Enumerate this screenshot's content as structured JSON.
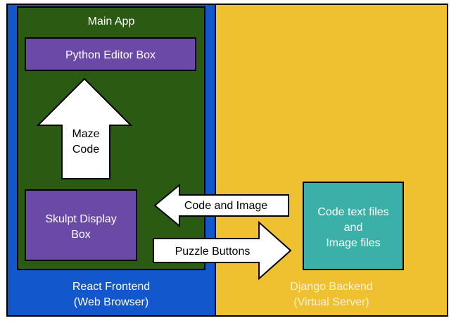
{
  "colors": {
    "frontend": "#1258cc",
    "backend": "#efc030",
    "main_app": "#2b5b12",
    "component": "#6a4aa6",
    "storage": "#3ab0a8",
    "arrow_fill": "#ffffff"
  },
  "frontend": {
    "title_line1": "React Frontend",
    "title_line2": "(Web Browser)"
  },
  "backend": {
    "title_line1": "Django Backend",
    "title_line2": "(Virtual Server)"
  },
  "main_app": {
    "title": "Main App",
    "python_editor": "Python Editor Box",
    "skulpt_display_line1": "Skulpt Display",
    "skulpt_display_line2": "Box"
  },
  "storage": {
    "line1": "Code text files",
    "line2": "and",
    "line3": "Image files"
  },
  "arrows": {
    "up_line1": "Maze",
    "up_line2": "Code",
    "left": "Code and Image",
    "right": "Puzzle Buttons"
  }
}
